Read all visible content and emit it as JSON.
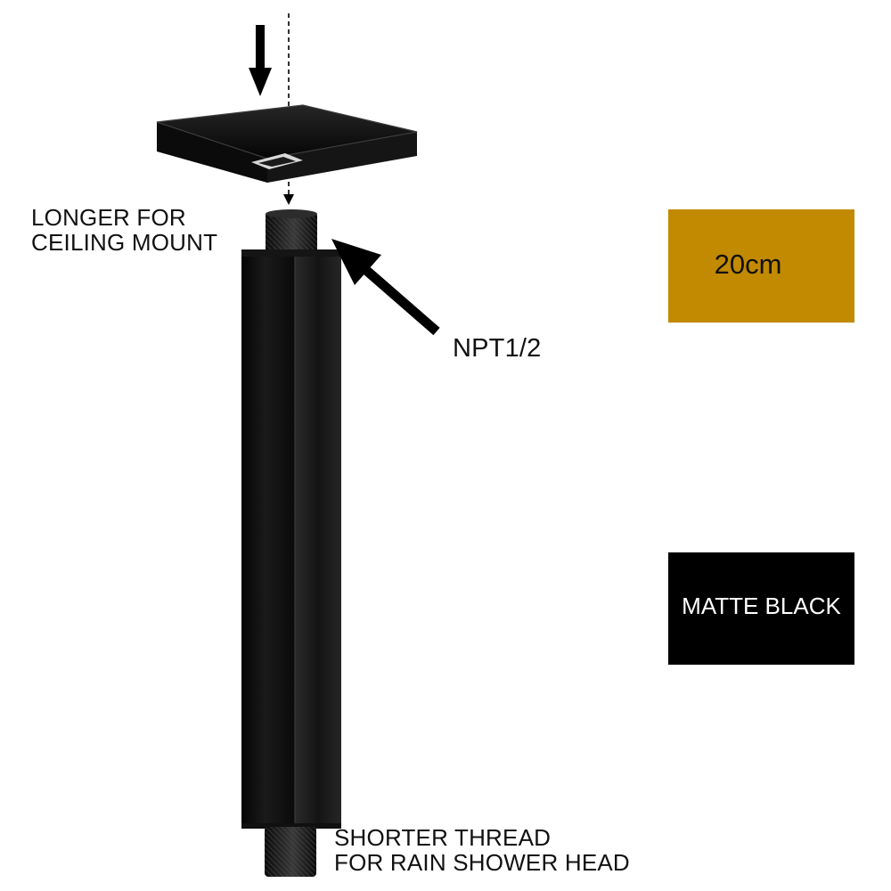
{
  "annotations": {
    "top_left_line1": "LONGER FOR",
    "top_left_line2": "CEILING MOUNT",
    "thread_spec": "NPT1/2",
    "bottom_line1": "SHORTER THREAD",
    "bottom_line2": "FOR RAIN SHOWER HEAD"
  },
  "options": {
    "size": {
      "label": "20cm",
      "color": "#c28a00"
    },
    "finish": {
      "label": "MATTE BLACK",
      "color": "#000000",
      "text_color": "#ffffff"
    }
  },
  "icons": [
    "down-arrow-icon",
    "dashed-guide-line",
    "pointer-arrow-icon"
  ]
}
